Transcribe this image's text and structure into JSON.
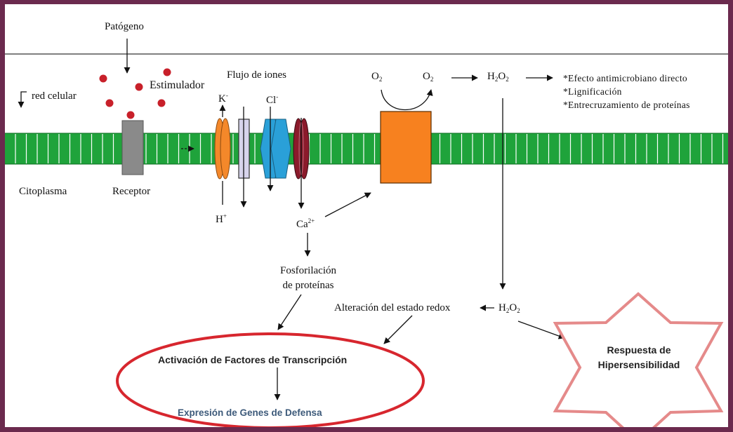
{
  "labels": {
    "pathogen": "Patógeno",
    "stimulator": "Estimulador",
    "cell_wall": "red celular",
    "ion_flux": "Flujo de iones",
    "k_ion": "K",
    "k_charge": "-",
    "cl_ion": "Cl",
    "cl_charge": "-",
    "h_ion": "H",
    "h_charge": "+",
    "ca_ion": "Ca",
    "ca_charge": "2+",
    "cytoplasm": "Citoplasma",
    "receptor": "Receptor",
    "o2_a": "O",
    "o2_a_sub": "2",
    "o2_b": "O",
    "o2_b_sub": "2",
    "h2o2_top_h": "H",
    "h2o2_top_sub1": "2",
    "h2o2_top_o": "O",
    "h2o2_top_sub2": "2",
    "effects": [
      "*Efecto antimicrobiano directo",
      "*Lignificación",
      "*Entrecruzamiento de proteínas"
    ],
    "phosphorylation_l1": "Fosforilación",
    "phosphorylation_l2": "de proteínas",
    "redox": "Alteración del estado redox",
    "h2o2_low_h": "H",
    "h2o2_low_sub1": "2",
    "h2o2_low_o": "O",
    "h2o2_low_sub2": "2",
    "transcription": "Activación de Factores de Transcripción",
    "defense_genes": "Expresión de Genes de Defensa",
    "hypersensitivity_l1": "Respuesta de",
    "hypersensitivity_l2": "Hipersensibilidad"
  },
  "colors": {
    "frame": "#6b2a4e",
    "membrane": "#1fa33b",
    "membrane_line": "#ffffff",
    "orange_channel": "#f4882a",
    "blue_channel": "#2aa0d8",
    "maroon_channel": "#8b1a2b",
    "receptor": "#8a8a8a",
    "oxidase": "#f7811f",
    "ellipse": "#d7262e",
    "star": "#e58a8a",
    "defense_text": "#3d5a7a",
    "particles": "#c8202a"
  }
}
